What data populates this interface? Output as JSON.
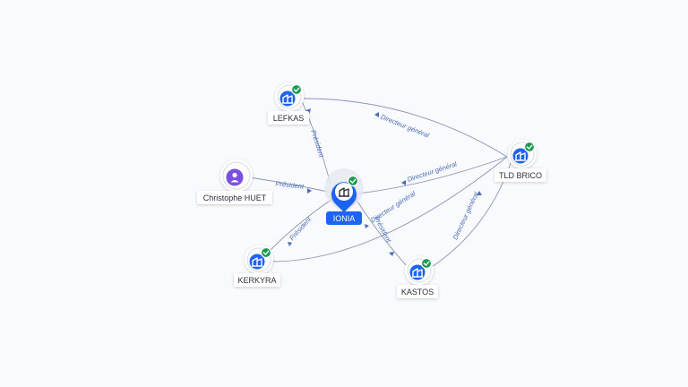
{
  "colors": {
    "edge": "#8a96b8",
    "edge_label": "#4a6db8",
    "company": "#1e64f0",
    "person": "#7b4fe0",
    "badge": "#1a9c50",
    "central": "#1e64f0"
  },
  "nodes": {
    "ionia": {
      "label": "IONIA",
      "kind": "company-central"
    },
    "lefkas": {
      "label": "LEFKAS",
      "kind": "company"
    },
    "tld_brico": {
      "label": "TLD BRICO",
      "kind": "company"
    },
    "christophe_huet": {
      "label": "Christophe HUET",
      "kind": "person"
    },
    "kerkyra": {
      "label": "KERKYRA",
      "kind": "company"
    },
    "kastos": {
      "label": "KASTOS",
      "kind": "company"
    }
  },
  "edges": {
    "lefkas_ionia": {
      "label": "Président"
    },
    "lefkas_tld": {
      "label": "Directeur général"
    },
    "huet_ionia": {
      "label": "Président"
    },
    "ionia_tld": {
      "label": "Directeur général"
    },
    "kerkyra_ionia": {
      "label": "Président"
    },
    "kerkyra_tld": {
      "label": "Directeur général"
    },
    "ionia_kastos": {
      "label": "Président"
    },
    "kastos_tld": {
      "label": "Directeur général"
    }
  }
}
